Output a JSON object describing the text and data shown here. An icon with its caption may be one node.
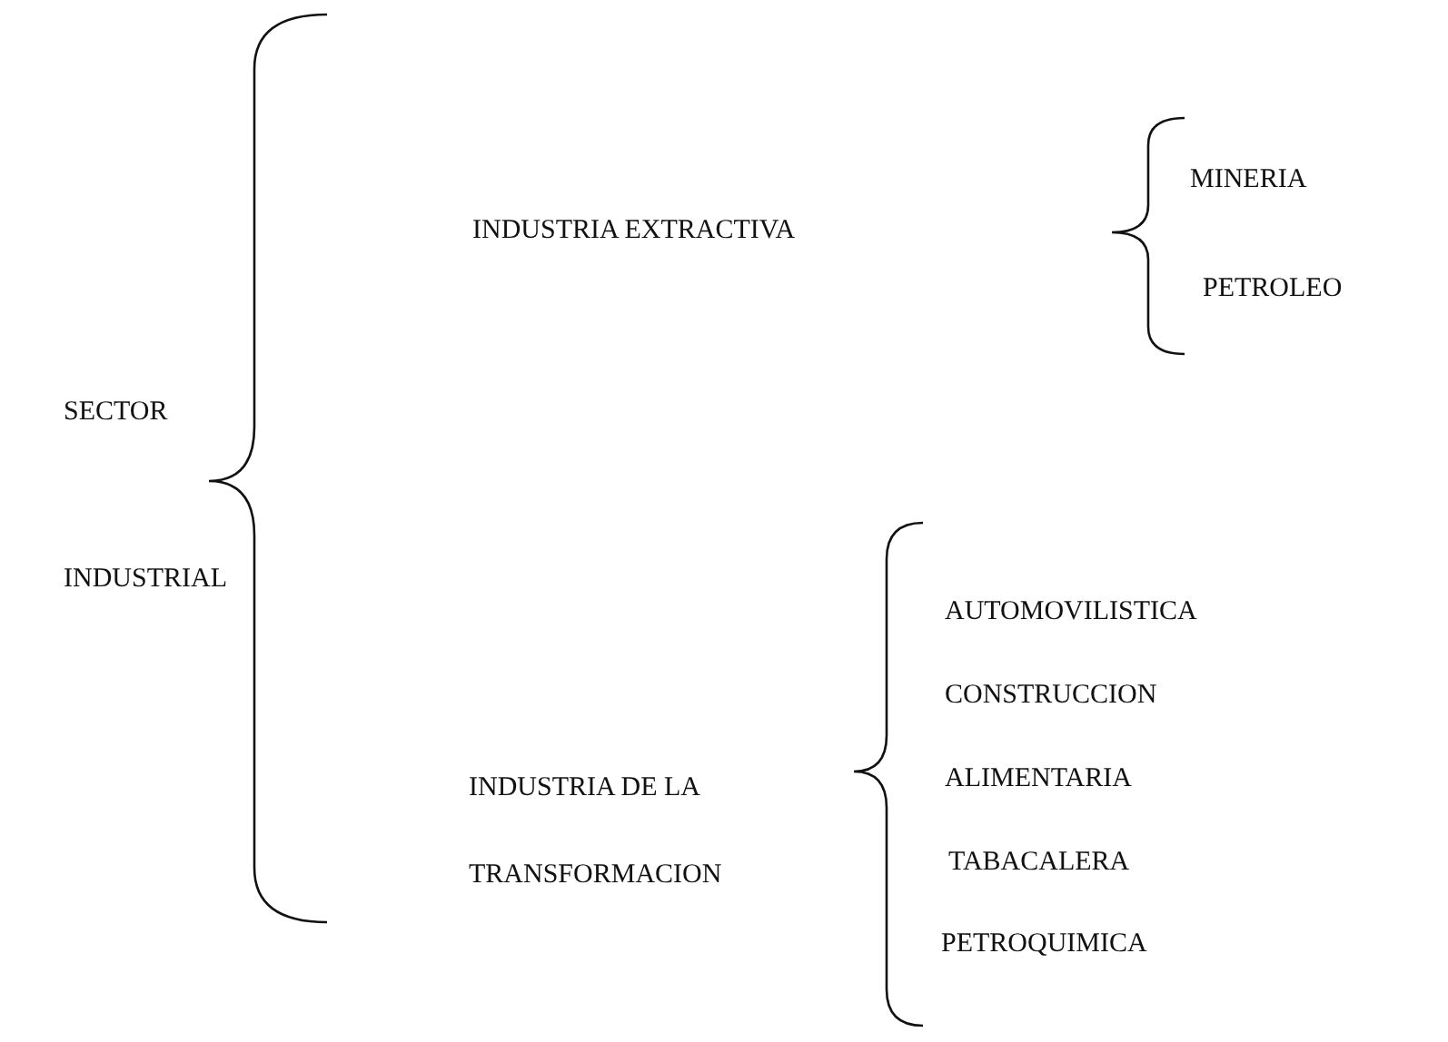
{
  "diagram": {
    "labels": [
      "SECTOR",
      "INDUSTRIAL",
      "INDUSTRIA EXTRACTIVA",
      "MINERIA",
      "PETROLEO",
      "INDUSTRIA DE LA TRANSFORMACION",
      "AUTOMOVILISTICA",
      "CONSTRUCCION",
      "ALIMENTARIA",
      "TABACALERA",
      "PETROQUIMICA"
    ]
  }
}
